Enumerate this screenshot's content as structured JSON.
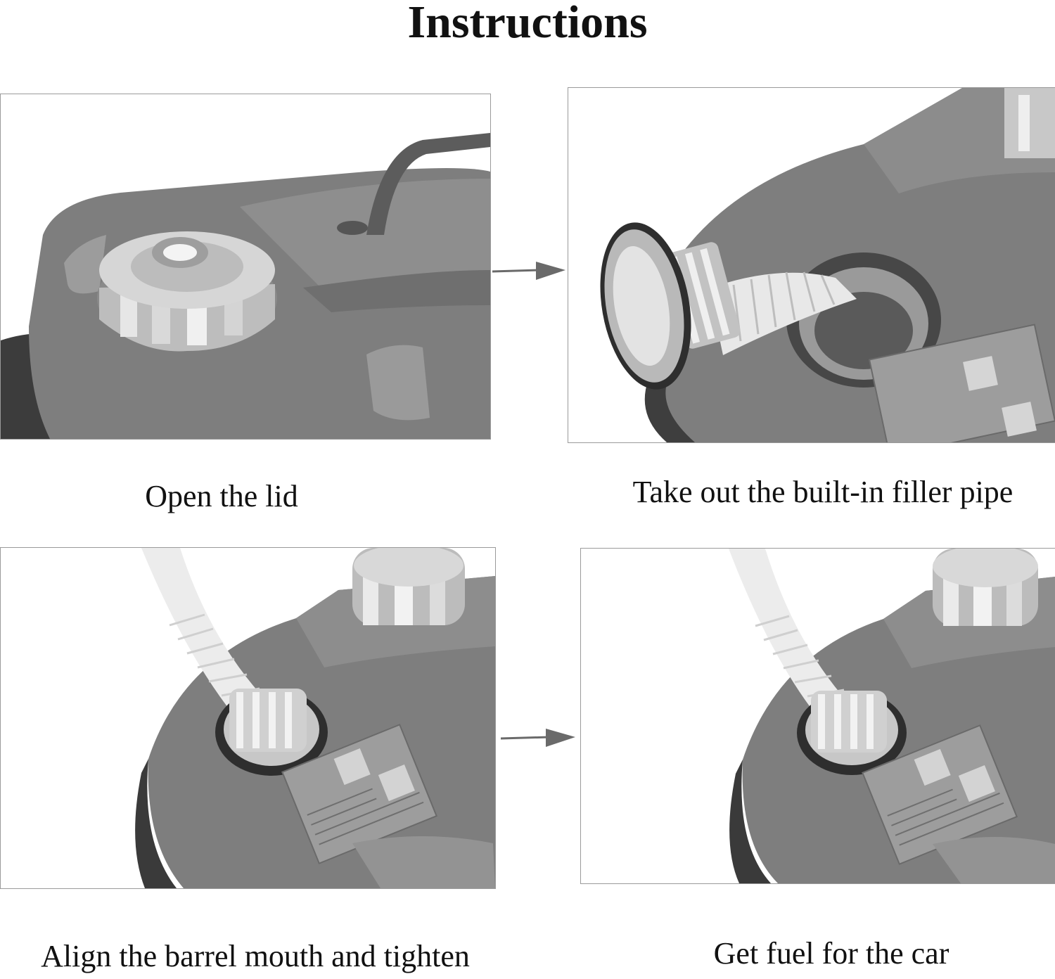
{
  "title": "Instructions",
  "steps": [
    {
      "caption": "Open the lid"
    },
    {
      "caption": "Take out the built-in filler pipe"
    },
    {
      "caption": "Align the barrel mouth and tighten"
    },
    {
      "caption": "Get fuel for the car"
    }
  ],
  "icons": {
    "arrow": "right-arrow-icon"
  },
  "colors": {
    "can_body": "#7f7f7f",
    "can_shadow": "#5a5a5a",
    "chrome": "#cfcfcf",
    "pipe": "#eeeeee"
  }
}
